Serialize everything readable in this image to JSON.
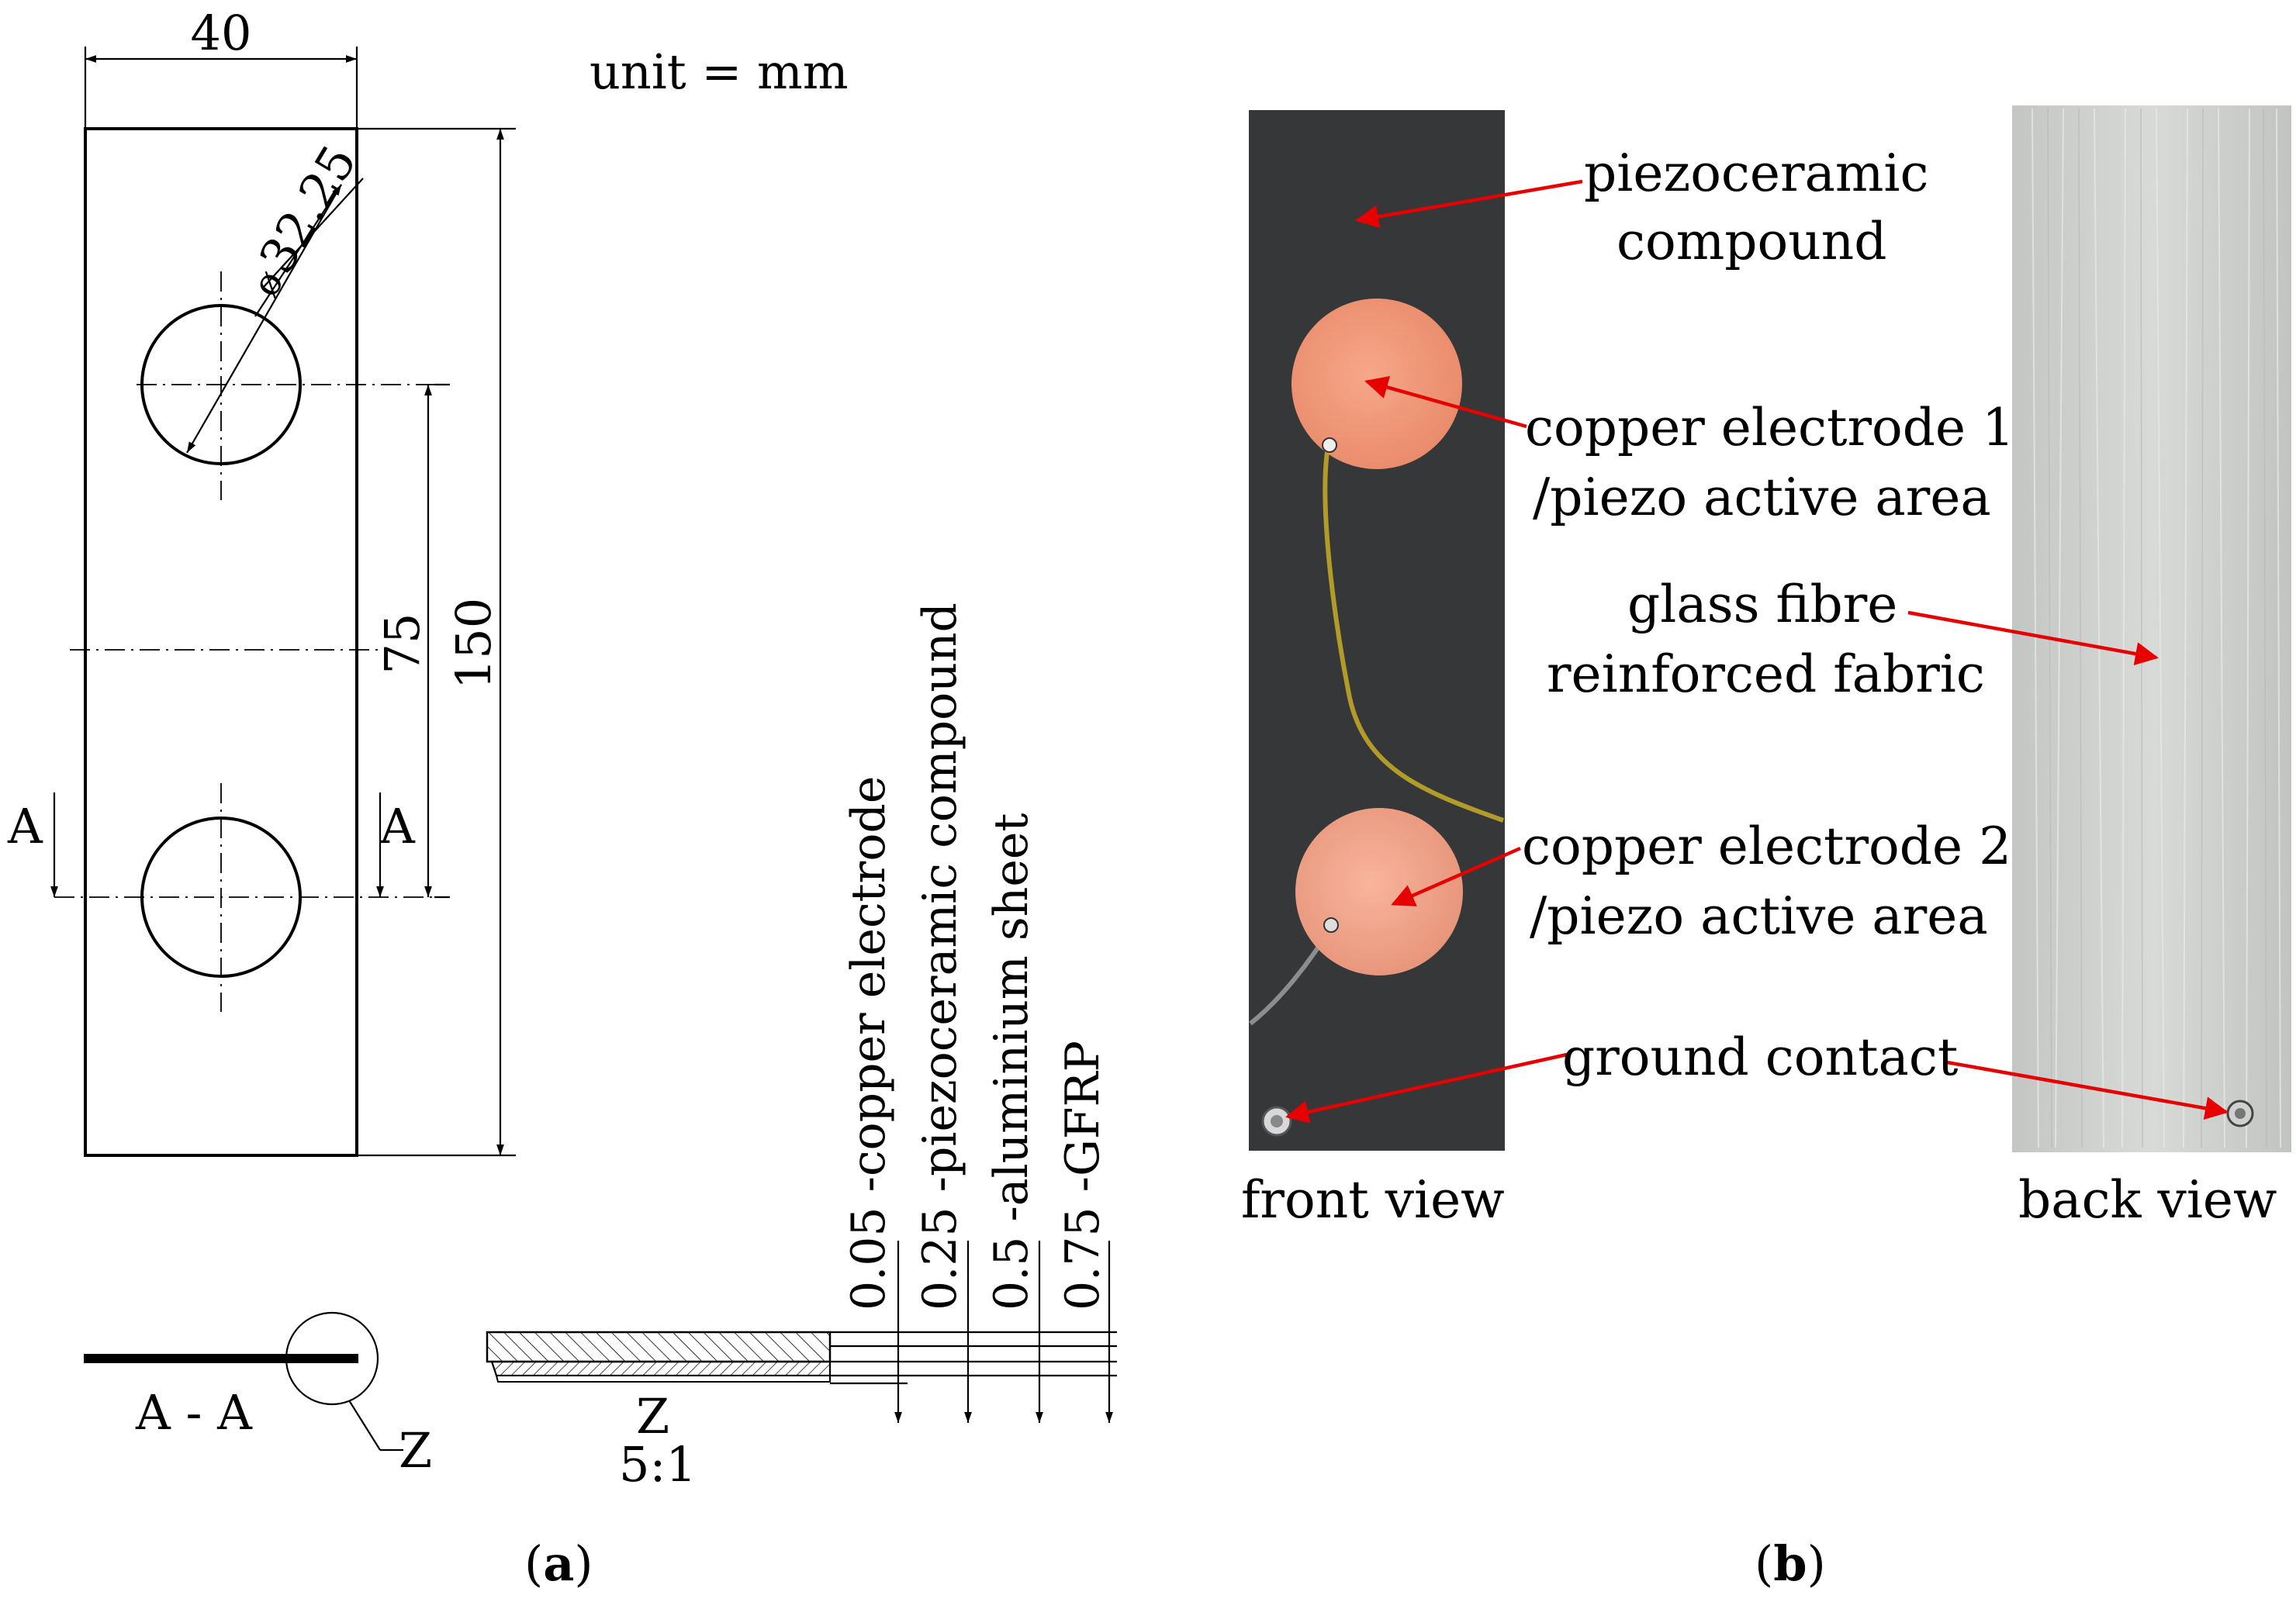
{
  "panel_a": {
    "unit_label": "unit = mm",
    "dim_width": "40",
    "dim_diameter": "32.25",
    "diameter_symbol": "ø",
    "dim_spacing": "75",
    "dim_length": "150",
    "section_marker": "A",
    "section_label": "A - A",
    "detail_marker": "Z",
    "detail_title": "Z",
    "detail_scale": "5:1",
    "layers": [
      "0.05 -copper electrode",
      "0.25 -piezoceramic compound",
      "0.5 -aluminium sheet",
      "0.75 -GFRP"
    ],
    "caption_letter": "a"
  },
  "panel_b": {
    "labels": {
      "piezoceramic_line1": "piezoceramic",
      "piezoceramic_line2": "compound",
      "electrode1_line1": "copper electrode 1",
      "electrode1_line2": "/piezo active area",
      "glass_line1": "glass fibre",
      "glass_line2": "reinforced fabric",
      "electrode2_line1": "copper electrode 2",
      "electrode2_line2": "/piezo active area",
      "ground": "ground contact"
    },
    "front_view_label": "front view",
    "back_view_label": "back view",
    "caption_letter": "b",
    "colors": {
      "front_panel": "#3a3b3d",
      "copper": "#f0997a",
      "back_panel": "#cfd1cf",
      "arrow": "#e60000",
      "wire": "#b39b2a"
    }
  }
}
